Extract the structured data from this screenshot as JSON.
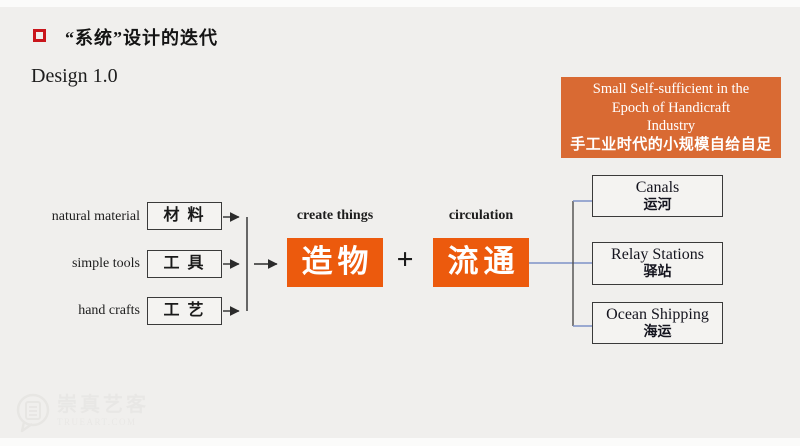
{
  "slide": {
    "title": "“系统”设计的迭代",
    "subtitle": "Design 1.0"
  },
  "summary_box": {
    "en_lines": [
      "Small Self-sufficient in the",
      "Epoch of Handicraft",
      "Industry"
    ],
    "zh_line": "手工业时代的小规模自给自足"
  },
  "inputs": [
    {
      "label": "natural material",
      "box_text": "材 料"
    },
    {
      "label": "simple tools",
      "box_text": "工 具"
    },
    {
      "label": "hand crafts",
      "box_text": "工 艺"
    }
  ],
  "process": {
    "create_label": "create things",
    "create_box_text": "造物",
    "plus_sign": "+",
    "circulation_label": "circulation",
    "circulation_box_text": "流通"
  },
  "outputs": [
    {
      "en": "Canals",
      "zh": "运河"
    },
    {
      "en": "Relay Stations",
      "zh": "驿站"
    },
    {
      "en": "Ocean Shipping",
      "zh": "海运"
    }
  ],
  "watermark": {
    "zh": "崇真艺客",
    "en": "TRUEART.COM"
  },
  "colors": {
    "background": "#f0efed",
    "accent_orange": "#ec5a0d",
    "summary_orange": "#d96a33",
    "bullet_red": "#c9161c",
    "connector_blue": "#7d92c8",
    "line_dark": "#2b2b2b",
    "box_border": "#3a3a3a"
  }
}
